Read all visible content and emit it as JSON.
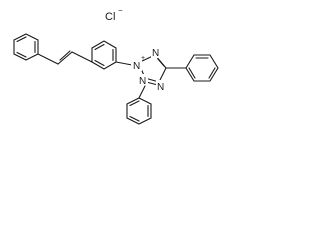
{
  "counterion": {
    "symbol": "Cl",
    "charge": "−"
  },
  "ring_atoms": {
    "n_cation": "N",
    "n_cation_charge": "+",
    "n_upper": "N",
    "n_lower_right": "N",
    "n_lower_left": "N"
  }
}
